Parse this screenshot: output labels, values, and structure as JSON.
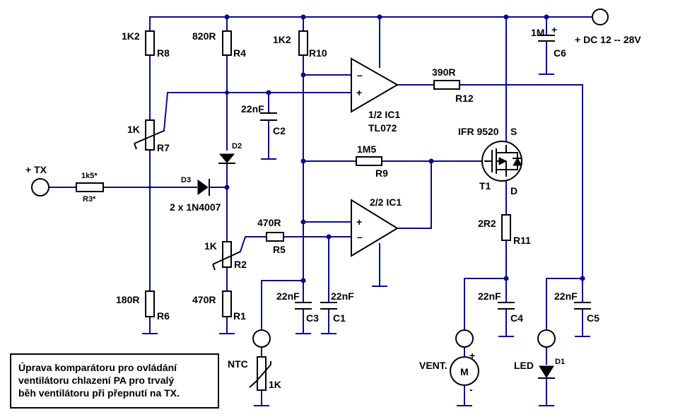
{
  "labels": {
    "r8_value": "1K2",
    "r8_ref": "R8",
    "r4_value": "820R",
    "r4_ref": "R4",
    "r10_value": "1K2",
    "r10_ref": "R10",
    "c6_value": "1M",
    "c6_ref": "C6",
    "c6_plus": "+",
    "supply": "+ DC  12 -- 28V",
    "ic1a_minus": "–",
    "ic1a_plus": "+",
    "ic1a_ref": "1/2 IC1",
    "ic1a_type": "TL072",
    "r12_value": "390R",
    "r12_ref": "R12",
    "c2_value": "22nF",
    "c2_ref": "C2",
    "r7_value": "1K",
    "r7_ref": "R7",
    "d2_ref": "D2",
    "t1_type": "IFR 9520",
    "t1_s": "S",
    "t1_ref": "T1",
    "t1_d": "D",
    "r9_value": "1M5",
    "r9_ref": "R9",
    "tx_label": "+ TX",
    "r3_value": "1k5*",
    "r3_ref": "R3*",
    "d3_ref": "D3",
    "d3_type": "2 x 1N4007",
    "ic1b_ref": "2/2 IC1",
    "ic1b_plus": "+",
    "ic1b_minus": "–",
    "r11_value": "2R2",
    "r11_ref": "R11",
    "r5_value": "470R",
    "r5_ref": "R5",
    "r2_value": "1K",
    "r2_ref": "R2",
    "r6_value": "180R",
    "r6_ref": "R6",
    "r1_value": "470R",
    "r1_ref": "R1",
    "c3_value": "22nF",
    "c3_ref": "C3",
    "c1_value": "22nF",
    "c1_ref": "C1",
    "c4_value": "22nF",
    "c4_ref": "C4",
    "c5_value": "22nF",
    "c5_ref": "C5",
    "ntc_label": "NTC",
    "ntc_value": "1K",
    "vent_label": "VENT.",
    "vent_plus": "+",
    "vent_minus": "-",
    "motor_letter": "M",
    "led_label": "LED",
    "d1_ref": "D1"
  },
  "note": {
    "line1": "Úprava komparátoru pro ovládání",
    "line2": "ventilátoru chlazení PA pro trvalý",
    "line3": "běh ventilátoru při přepnutí na TX."
  }
}
